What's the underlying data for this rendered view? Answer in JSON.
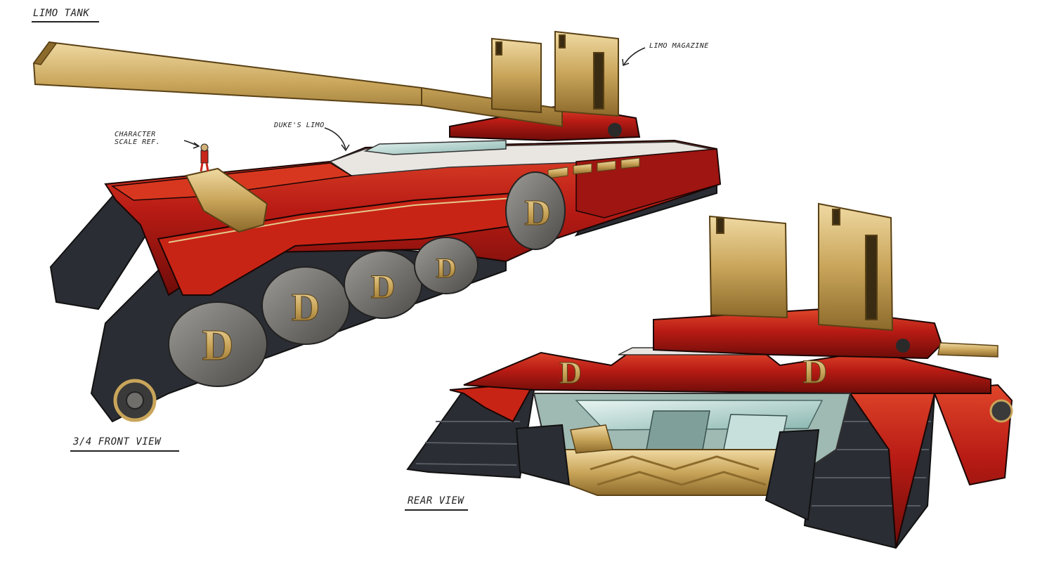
{
  "title": "Limo Tank",
  "views": {
    "front": "3/4 Front View",
    "rear": "Rear View"
  },
  "annotations": {
    "character_scale_ref": "Character\nScale Ref.",
    "dukes_limo": "Duke's Limo",
    "limo_magazine": "Limo Magazine"
  },
  "emblem_letter": "D",
  "colors": {
    "hull_red": "#b81b14",
    "hull_dark_red": "#7e0e0b",
    "gold": "#c9a55a",
    "gold_light": "#e4c98c",
    "wheel_gray": "#6f6e6b",
    "tread_black": "#2a2d33",
    "glass": "#cfe6e2"
  }
}
